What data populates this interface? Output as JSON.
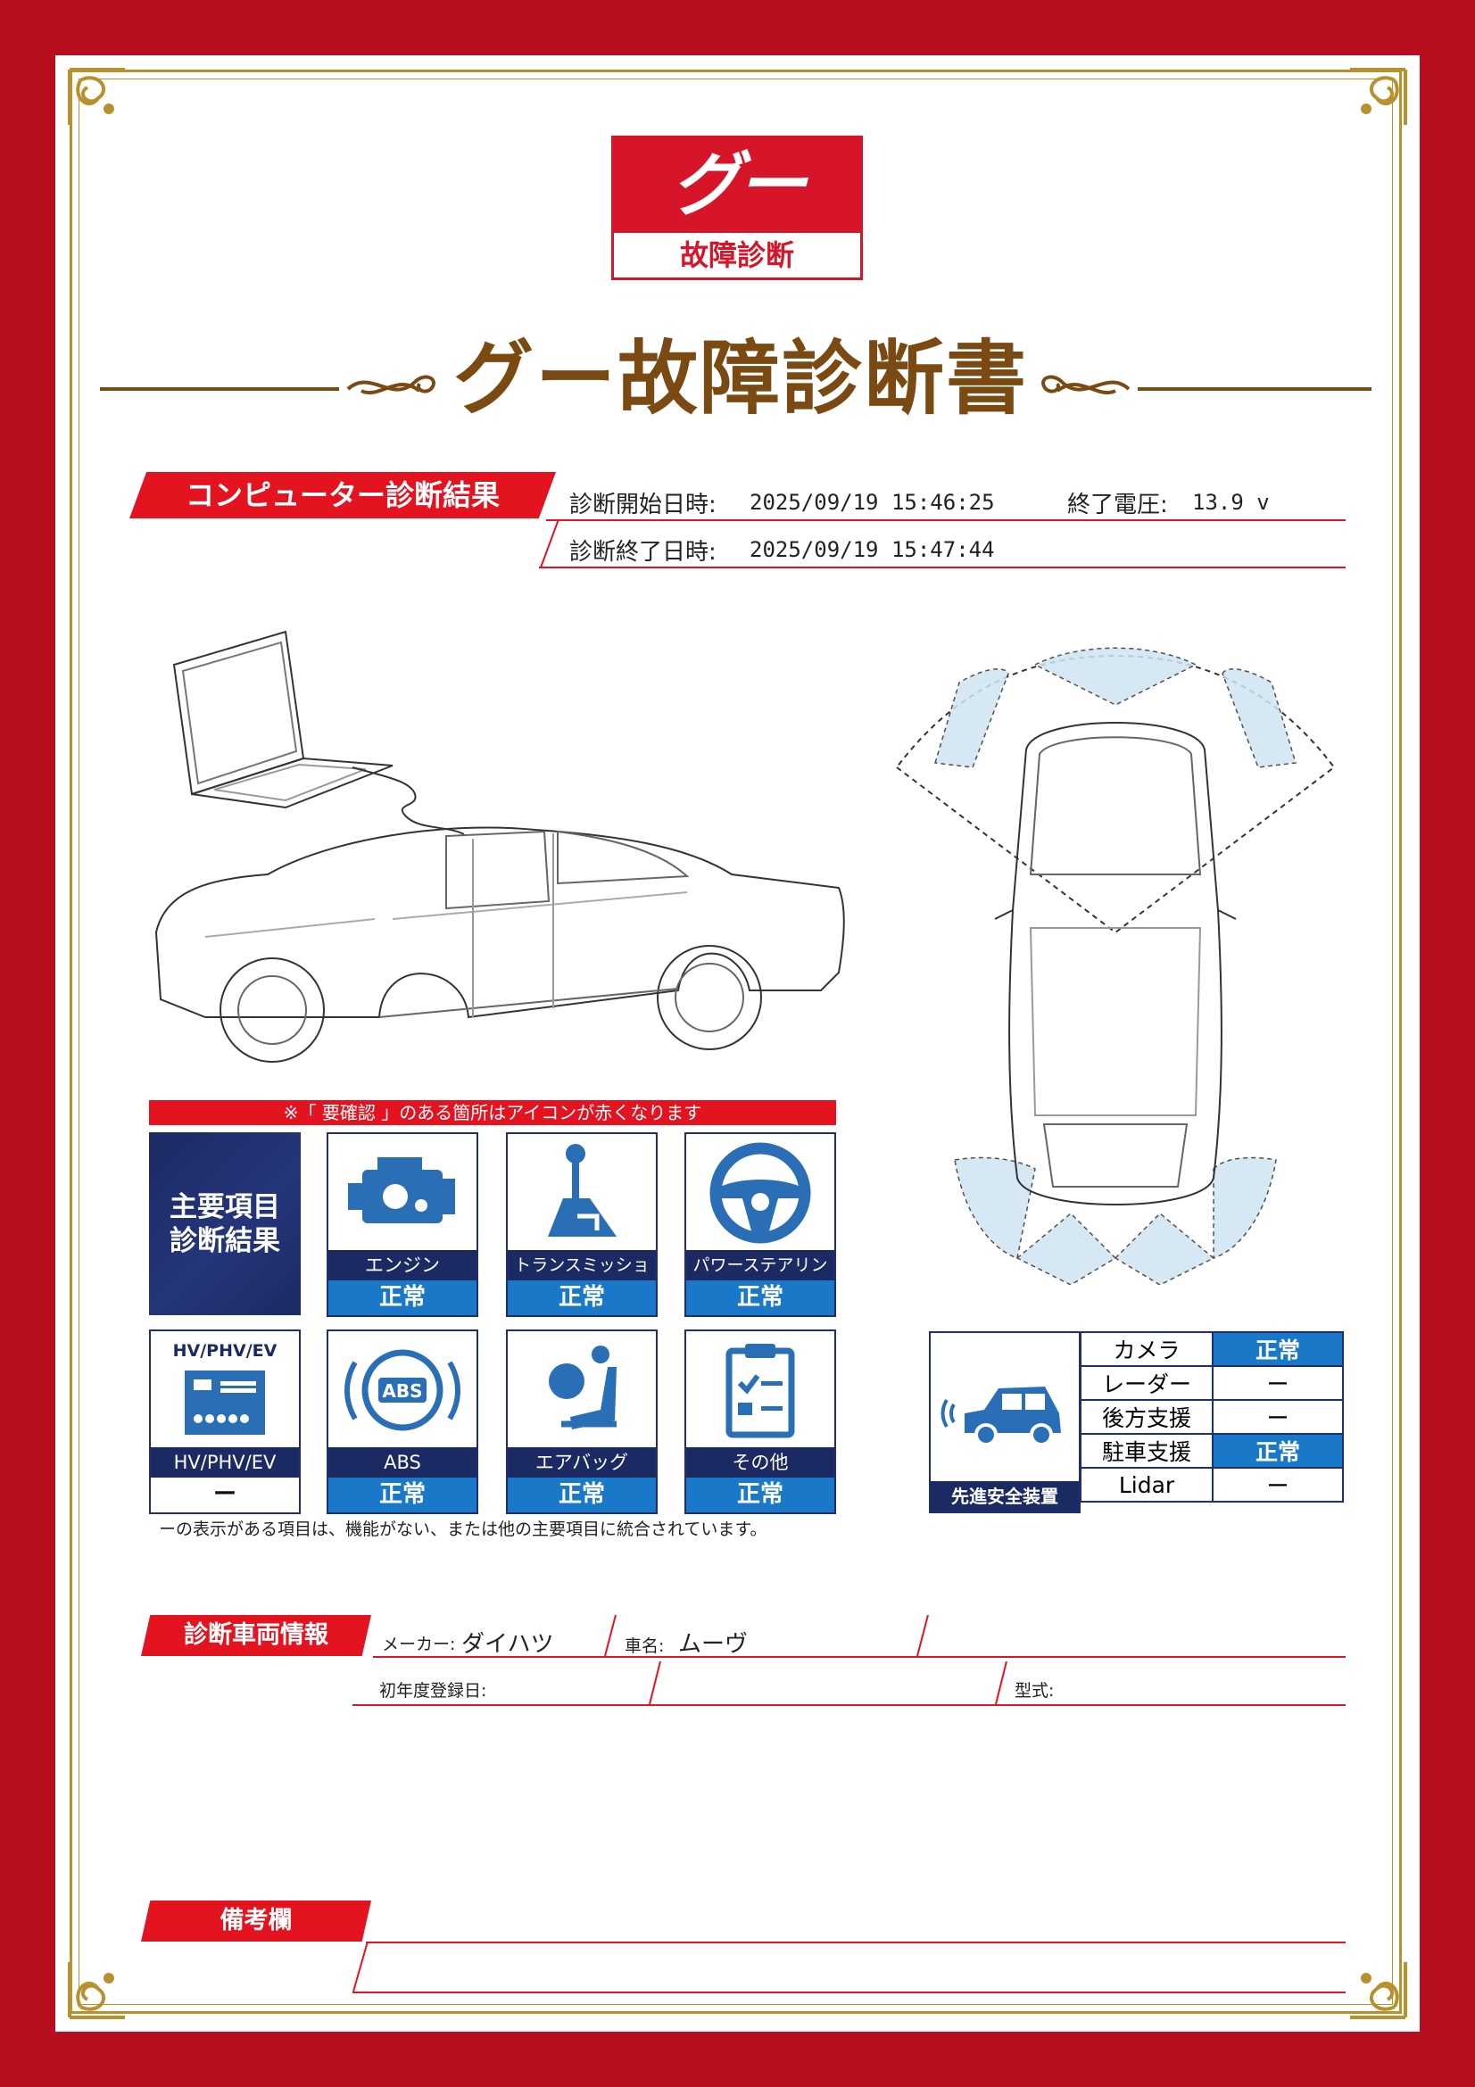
{
  "logo": {
    "brand": "グー",
    "subtitle": "故障診断"
  },
  "title": "グー故障診断書",
  "computer_result": {
    "heading": "コンピューター診断結果",
    "start_label": "診断開始日時:",
    "start_value": "2025/09/19 15:46:25",
    "voltage_label": "終了電圧:",
    "voltage_value": "13.9 v",
    "end_label": "診断終了日時:",
    "end_value": "2025/09/19 15:47:44"
  },
  "notice": "※「 要確認 」のある箇所はアイコンが赤くなります",
  "main_items": {
    "heading": "主要項目\n診断結果",
    "items": [
      {
        "name": "エンジン",
        "status": "正常",
        "icon": "engine-icon"
      },
      {
        "name": "トランスミッション",
        "status": "正常",
        "icon": "gear-shift-icon"
      },
      {
        "name": "パワーステアリング",
        "status": "正常",
        "icon": "steering-wheel-icon"
      },
      {
        "name": "HV/PHV/EV",
        "status": "ー",
        "icon": "battery-icon",
        "icon_text": "HV/PHV/EV"
      },
      {
        "name": "ABS",
        "status": "正常",
        "icon": "abs-icon",
        "icon_text": "ABS"
      },
      {
        "name": "エアバッグ",
        "status": "正常",
        "icon": "airbag-icon"
      },
      {
        "name": "その他",
        "status": "正常",
        "icon": "clipboard-icon"
      }
    ],
    "footnote": "ーの表示がある項目は、機能がない、または他の主要項目に統合されています。"
  },
  "adas": {
    "label": "先進安全装置",
    "rows": [
      {
        "name": "カメラ",
        "status": "正常"
      },
      {
        "name": "レーダー",
        "status": "ー"
      },
      {
        "name": "後方支援",
        "status": "ー"
      },
      {
        "name": "駐車支援",
        "status": "正常"
      },
      {
        "name": "Lidar",
        "status": "ー"
      }
    ]
  },
  "vehicle": {
    "heading": "診断車両情報",
    "maker_label": "メーカー:",
    "maker_value": "ダイハツ",
    "model_label": "車名:",
    "model_value": "ムーヴ",
    "reg_label": "初年度登録日:",
    "reg_value": "",
    "type_label": "型式:",
    "type_value": ""
  },
  "remarks": {
    "heading": "備考欄"
  },
  "colors": {
    "frame_red": "#b80f1f",
    "band_red": "#e3131f",
    "gold": "#b8902e",
    "title_brown": "#7a4a12",
    "navy": "#1c2a64",
    "ok_blue": "#1a78c8"
  }
}
